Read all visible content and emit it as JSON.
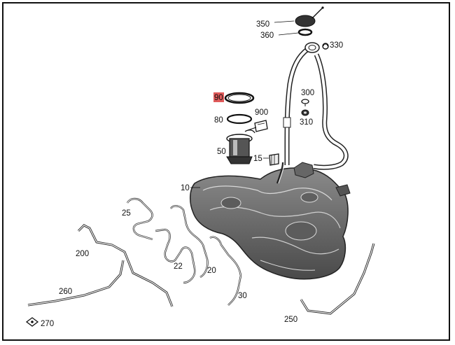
{
  "diagram": {
    "highlighted_part": "90",
    "highlight_color": "#e05a5a",
    "callouts": {
      "p350": "350",
      "p360": "360",
      "p330": "330",
      "p90": "90",
      "p300": "300",
      "p80": "80",
      "p900": "900",
      "p310": "310",
      "p50": "50",
      "p15": "15",
      "p10": "10",
      "p25": "25",
      "p200": "200",
      "p22": "22",
      "p20": "20",
      "p260": "260",
      "p30": "30",
      "p250": "250",
      "p270": "270"
    }
  }
}
